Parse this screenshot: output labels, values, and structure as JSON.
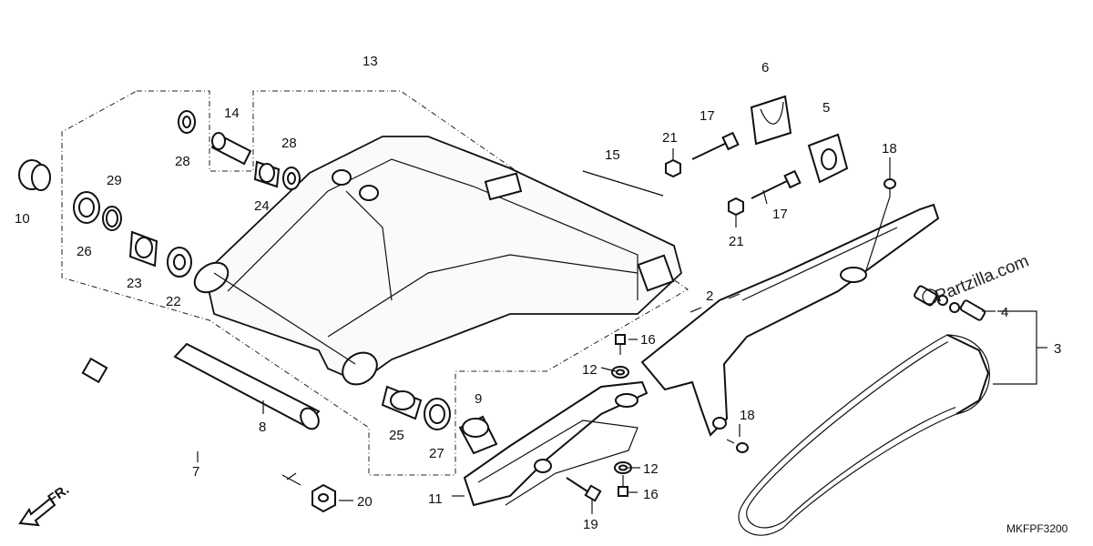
{
  "diagram": {
    "drawing_code": "MKFPF3200",
    "watermark": "Partzilla.com",
    "direction_label": "FR.",
    "callouts": {
      "c2": "2",
      "c3": "3",
      "c4": "4",
      "c5": "5",
      "c6": "6",
      "c7": "7",
      "c8": "8",
      "c9": "9",
      "c10": "10",
      "c11": "11",
      "c12a": "12",
      "c12b": "12",
      "c13": "13",
      "c14": "14",
      "c15": "15",
      "c16a": "16",
      "c16b": "16",
      "c17a": "17",
      "c17b": "17",
      "c18a": "18",
      "c18b": "18",
      "c19": "19",
      "c20": "20",
      "c21a": "21",
      "c21b": "21",
      "c22": "22",
      "c23": "23",
      "c24": "24",
      "c25": "25",
      "c26": "26",
      "c27": "27",
      "c28a": "28",
      "c28b": "28",
      "c29": "29"
    }
  }
}
